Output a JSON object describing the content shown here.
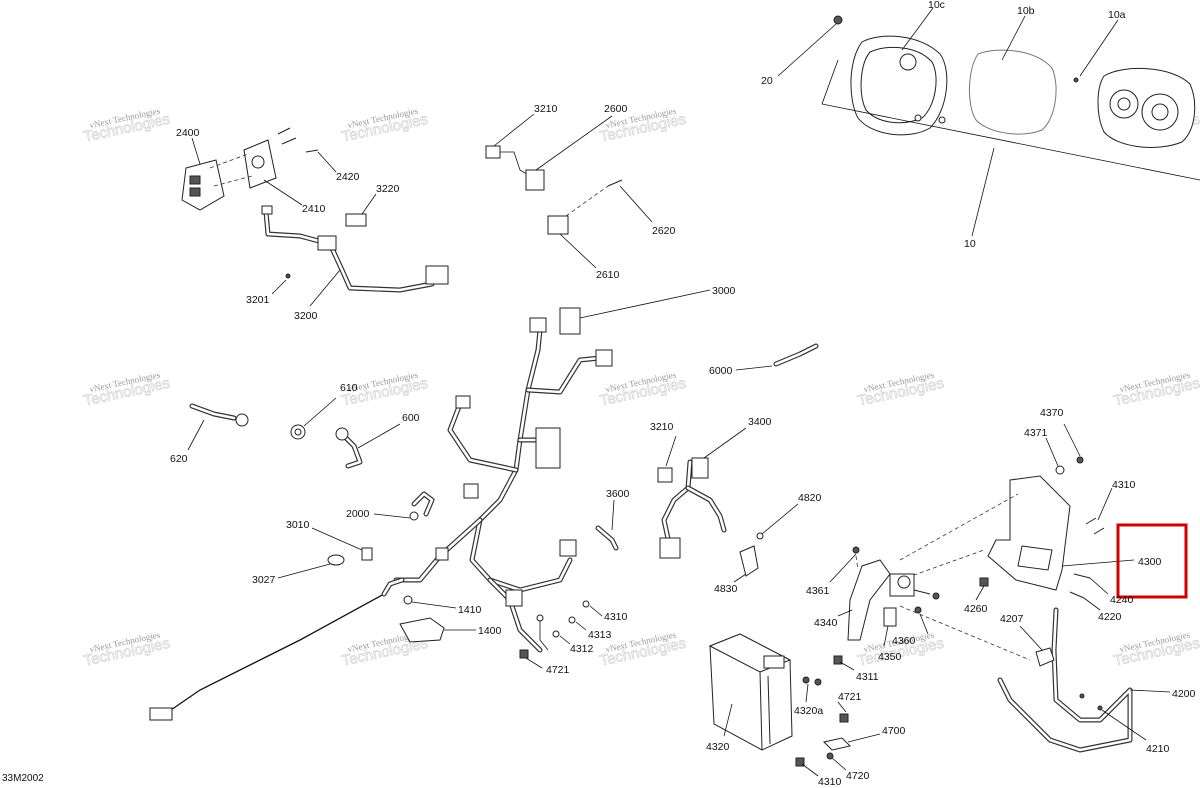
{
  "diagram": {
    "code": "33M2002",
    "watermark_text_small": "vNext Technologies",
    "watermark_text_large": "Technologies",
    "highlight_color": "#d00000",
    "highlighted_callout": "4300",
    "callouts": {
      "c10": "10",
      "c10a": "10a",
      "c10b": "10b",
      "c10c": "10c",
      "c20": "20",
      "c2400": "2400",
      "c2410": "2410",
      "c2420": "2420",
      "c3210a": "3210",
      "c2600": "2600",
      "c3220": "3220",
      "c2620": "2620",
      "c2610": "2610",
      "c3201": "3201",
      "c3200": "3200",
      "c3000": "3000",
      "c6000": "6000",
      "c610": "610",
      "c600": "600",
      "c620": "620",
      "c3210b": "3210",
      "c3400": "3400",
      "c3600": "3600",
      "c4820": "4820",
      "c4830": "4830",
      "c2000": "2000",
      "c3010": "3010",
      "c3027": "3027",
      "c1410": "1410",
      "c1400": "1400",
      "c4310a": "4310",
      "c4313": "4313",
      "c4312": "4312",
      "c4721a": "4721",
      "c4370": "4370",
      "c4371": "4371",
      "c4310b": "4310",
      "c4300": "4300",
      "c4240": "4240",
      "c4220": "4220",
      "c4260": "4260",
      "c4361": "4361",
      "c4340": "4340",
      "c4360": "4360",
      "c4350": "4350",
      "c4311": "4311",
      "c4207": "4207",
      "c4200": "4200",
      "c4210": "4210",
      "c4320a": "4320a",
      "c4320": "4320",
      "c4721b": "4721",
      "c4700": "4700",
      "c4720": "4720",
      "c4310c": "4310"
    }
  }
}
